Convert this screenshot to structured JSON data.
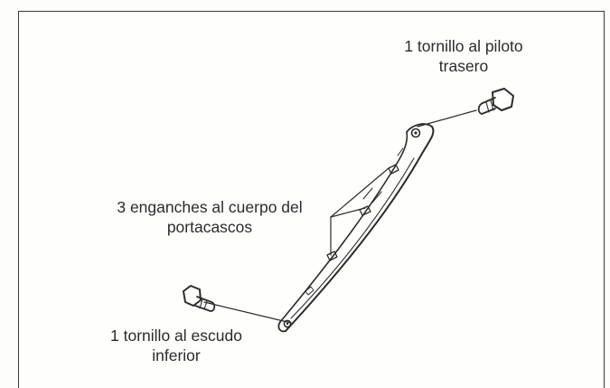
{
  "labels": {
    "rear_light_screw": [
      "1 tornillo al piloto",
      "trasero"
    ],
    "helmet_holder_hooks": [
      "3 enganches al cuerpo del",
      "portacascos"
    ],
    "lower_shield_screw": [
      "1 tornillo al escudo",
      "inferior"
    ]
  },
  "colors": {
    "ink": "#2b2b2b",
    "paper": "#fefefc",
    "frame": "#3a3a3a"
  },
  "icons": [
    "screw-icon",
    "screw-icon",
    "side-panel-part"
  ]
}
